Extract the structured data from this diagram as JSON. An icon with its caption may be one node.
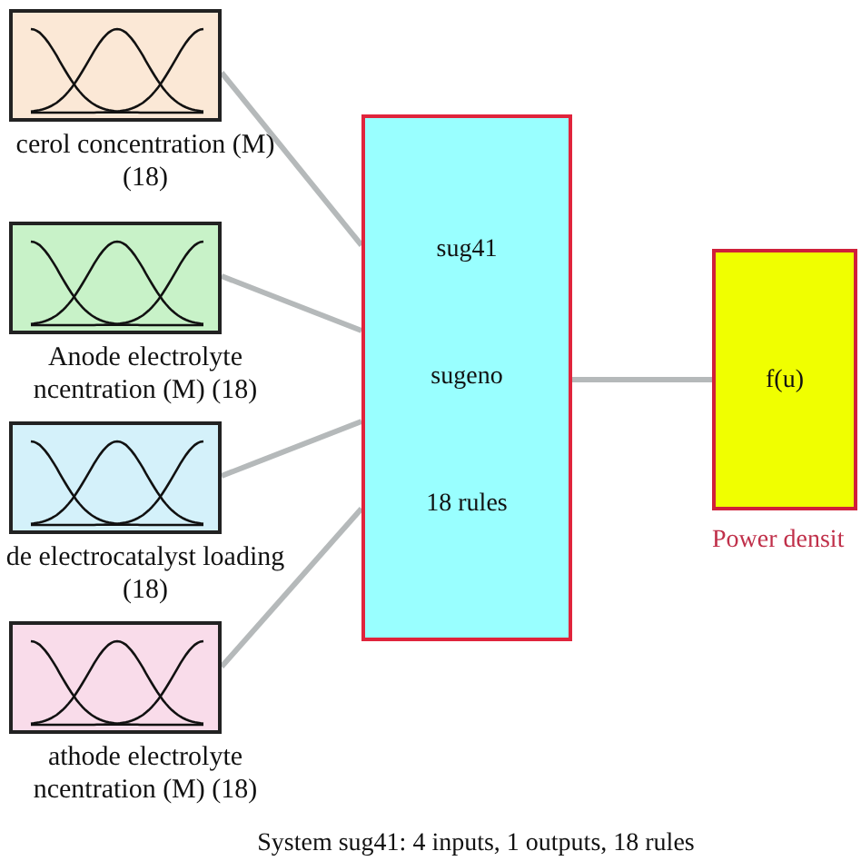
{
  "diagram": {
    "caption": "System sug41: 4 inputs, 1 outputs, 18 rules",
    "nodes": [
      {
        "text": [
          "cerol concentration (M) (18)"
        ]
      },
      {
        "text": [
          "Anode electrolyte ncentration (M) (18)"
        ]
      },
      {
        "text": [
          "de electrocatalyst loading (18)"
        ]
      },
      {
        "text": [
          "athode electrolyte ncentration (M) (18)"
        ]
      },
      {
        "text": [
          "sug41",
          "sugeno",
          "18 rules"
        ]
      },
      {
        "text": [
          "f(u)"
        ],
        "beside": [
          "Power densit"
        ]
      }
    ],
    "edges": [
      {
        "from": 0,
        "to": 4,
        "arrow": "none"
      },
      {
        "from": 1,
        "to": 4,
        "arrow": "none"
      },
      {
        "from": 2,
        "to": 4,
        "arrow": "none"
      },
      {
        "from": 3,
        "to": 4,
        "arrow": "none"
      },
      {
        "from": 4,
        "to": 5,
        "arrow": "none"
      }
    ]
  }
}
